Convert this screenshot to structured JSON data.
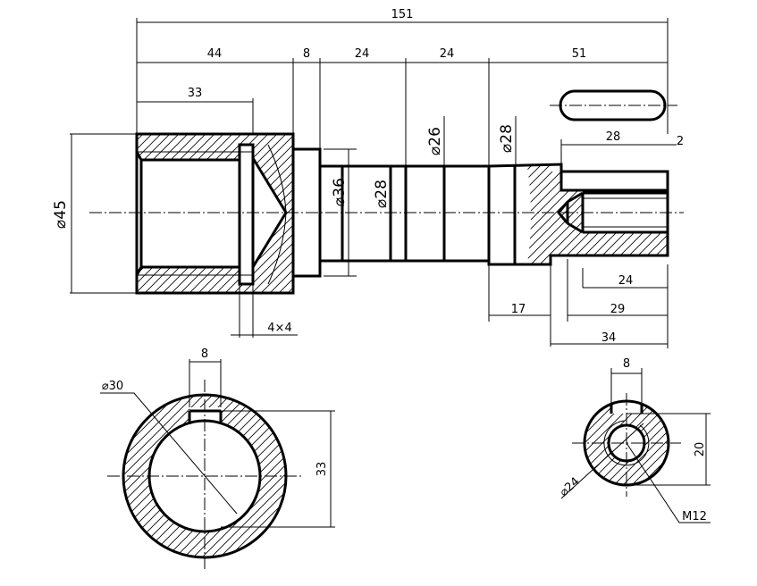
{
  "colors": {
    "line": "#000000",
    "background": "#ffffff"
  },
  "dimensions": {
    "overall_length": "151",
    "len_44": "44",
    "len_8": "8",
    "len_24a": "24",
    "len_24b": "24",
    "len_51": "51",
    "len_33": "33",
    "dia_45": "⌀45",
    "dia_36": "⌀36",
    "dia_28_bore": "⌀28",
    "dia_26": "⌀26",
    "dia_28_shaft": "⌀28",
    "len_28": "28",
    "len_2": "2",
    "len_24_thread": "24",
    "len_17": "17",
    "len_29": "29",
    "len_34": "34",
    "groove": "4×4",
    "sec_a_key_width": "8",
    "sec_a_dia": "⌀30",
    "sec_a_height": "33",
    "sec_b_key_width": "8",
    "sec_b_height": "20",
    "sec_b_dia": "⌀24",
    "sec_b_thread": "M12"
  }
}
